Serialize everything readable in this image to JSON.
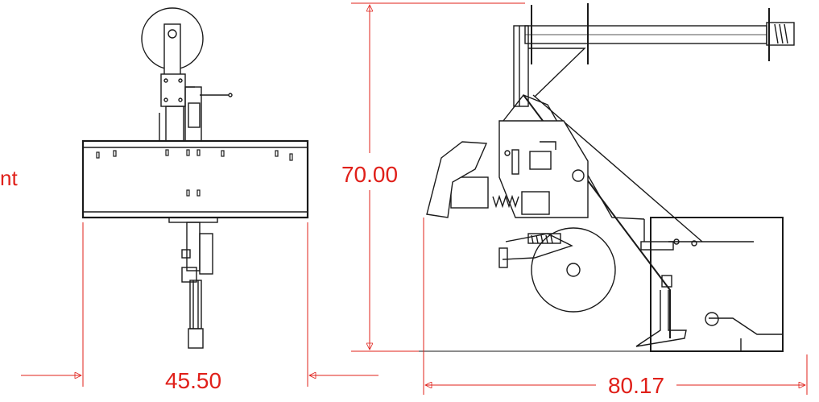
{
  "drawing": {
    "cut_label": "nt",
    "dimensions": {
      "front_width": "45.50",
      "height": "70.00",
      "side_length": "80.17"
    },
    "colors": {
      "dimension": "#e0201a",
      "linework": "#1a1a1a",
      "background": "#ffffff"
    }
  }
}
